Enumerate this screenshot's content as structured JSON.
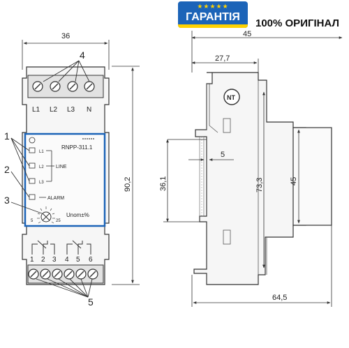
{
  "badges": {
    "stars": "★★★★★",
    "guarantee": "ГАРАНТІЯ",
    "original": "100% ОРИГІНАЛ"
  },
  "front_view": {
    "width_dim": "36",
    "height_dim": "90,2",
    "terminal_top_labels": [
      "L1",
      "L2",
      "L3",
      "N"
    ],
    "terminal_bottom_labels": [
      "1",
      "2",
      "3",
      "4",
      "5",
      "6"
    ],
    "model": "RNPP-311.1",
    "led_labels": [
      "L1",
      "L2",
      "L3"
    ],
    "line_label": "LINE",
    "alarm_label": "ALARM",
    "knob_min": "5",
    "knob_max": "25",
    "knob_label": "Unom±%",
    "callouts": [
      "1",
      "2",
      "3",
      "4",
      "5"
    ]
  },
  "side_view": {
    "top_partial_dim": "45",
    "depth_front_dim": "27,7",
    "rail_gap_dim": "5",
    "clip_height_dim": "36,1",
    "body_height_dim": "73,3",
    "back_height_dim": "45",
    "total_depth_dim": "64,5",
    "logo_text": "NT"
  }
}
